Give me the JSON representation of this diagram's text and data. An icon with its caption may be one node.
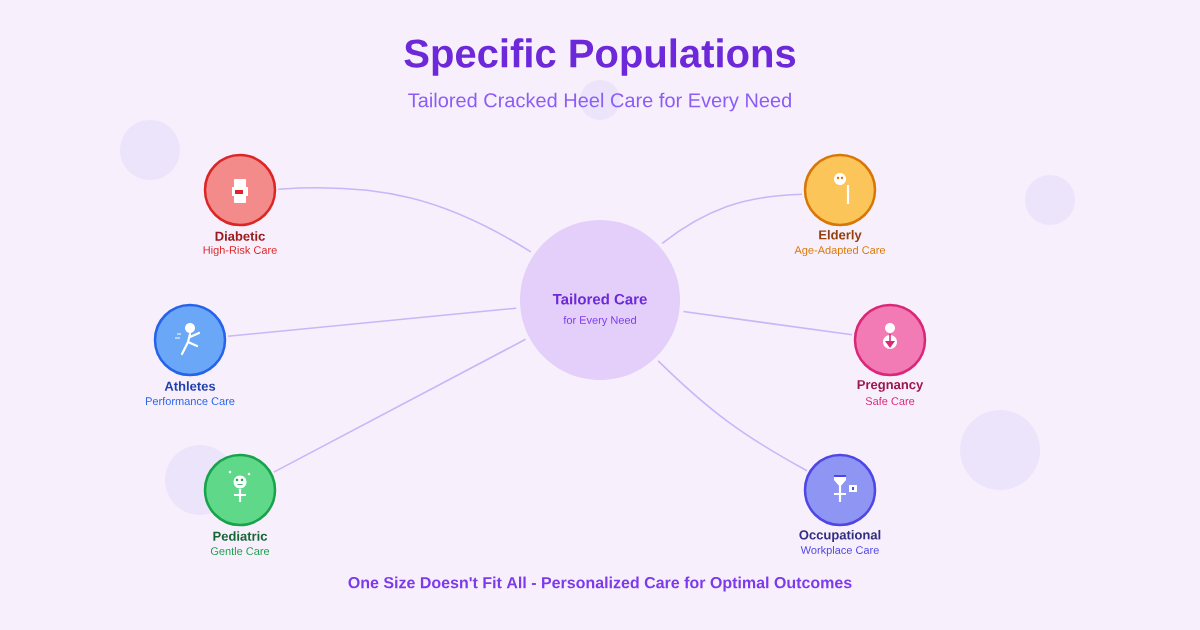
{
  "diagram": {
    "title": "Specific Populations",
    "caption": "One Size Doesn't Fit All - Personalized Care for Optimal Outcomes",
    "nodes": [
      {
        "text": [
          "Tailored Care",
          "for Every Need"
        ]
      },
      {
        "text": [
          "Diabetic",
          "High-Risk Care"
        ]
      },
      {
        "text": [
          "Elderly",
          "Age-Adapted Care"
        ]
      },
      {
        "text": [
          "Athletes",
          "Performance Care"
        ]
      },
      {
        "text": [
          "Pregnancy",
          "Safe Care"
        ]
      },
      {
        "text": [
          "Pediatric",
          "Gentle Care"
        ]
      },
      {
        "text": [
          "Occupational",
          "Workplace Care"
        ]
      }
    ],
    "edges": [
      {
        "from": 0,
        "to": 1,
        "arrow": "none"
      },
      {
        "from": 0,
        "to": 2,
        "arrow": "none"
      },
      {
        "from": 0,
        "to": 3,
        "arrow": "none"
      },
      {
        "from": 0,
        "to": 4,
        "arrow": "none"
      },
      {
        "from": 0,
        "to": 5,
        "arrow": "none"
      },
      {
        "from": 0,
        "to": 6,
        "arrow": "none"
      }
    ],
    "labels": [
      "Tailored Cracked Heel Care for Every Need"
    ]
  }
}
